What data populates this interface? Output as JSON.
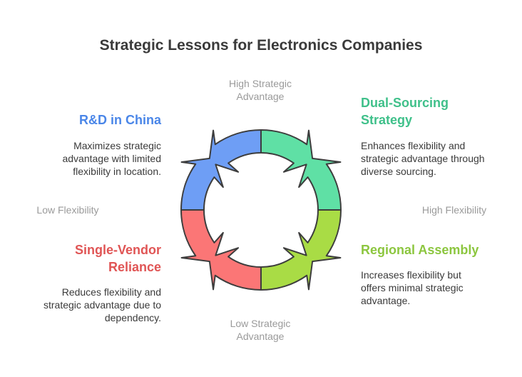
{
  "title": "Strategic Lessons for Electronics Companies",
  "axes": {
    "top": "High Strategic\nAdvantage",
    "bottom": "Low Strategic\nAdvantage",
    "left": "Low Flexibility",
    "right": "High Flexibility"
  },
  "quadrants": {
    "top_left": {
      "title": "R&D in China",
      "description": "Maximizes strategic\nadvantage with limited\nflexibility in location.",
      "color": "#4a86e8"
    },
    "top_right": {
      "title": "Dual-Sourcing\nStrategy",
      "description": "Enhances flexibility and\nstrategic advantage through\ndiverse sourcing.",
      "color": "#3fc08a"
    },
    "bottom_left": {
      "title": "Single-Vendor\nReliance",
      "description": "Reduces flexibility and\nstrategic advantage due to\ndependency.",
      "color": "#e05555"
    },
    "bottom_right": {
      "title": "Regional Assembly",
      "description": "Increases flexibility but\noffers minimal strategic\nadvantage.",
      "color": "#8cc63f"
    }
  },
  "segment_fills": {
    "top_left": "#6e9ef5",
    "top_right": "#5fe0a5",
    "bottom_left": "#fb7676",
    "bottom_right": "#a9dc45"
  }
}
